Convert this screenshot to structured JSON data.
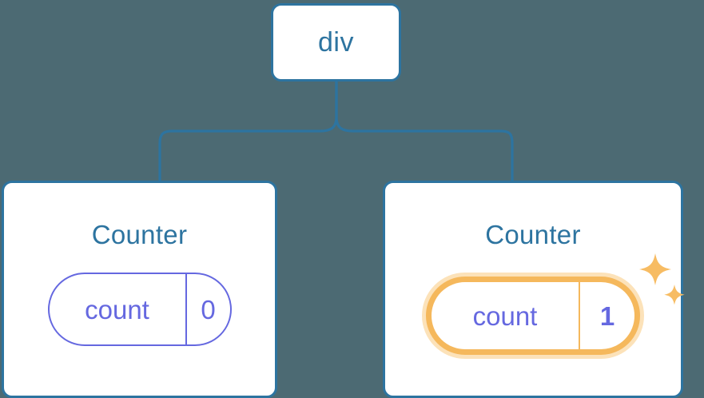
{
  "diagram": {
    "type": "component-tree",
    "background_color": "#4c6a73",
    "node_border_color": "#2d74a0",
    "connector_color": "#2d74a0",
    "state_color": "#6568e0",
    "highlight_color": "#f5b85c",
    "highlight_glow_color": "#fce2b9"
  },
  "root": {
    "label": "div"
  },
  "children": [
    {
      "title": "Counter",
      "state": {
        "key": "count",
        "value": "0"
      },
      "highlighted": false,
      "sparkle": false
    },
    {
      "title": "Counter",
      "state": {
        "key": "count",
        "value": "1"
      },
      "highlighted": true,
      "sparkle": true,
      "sparkle_icons": [
        "sparkle-large-icon",
        "sparkle-small-icon"
      ]
    }
  ]
}
